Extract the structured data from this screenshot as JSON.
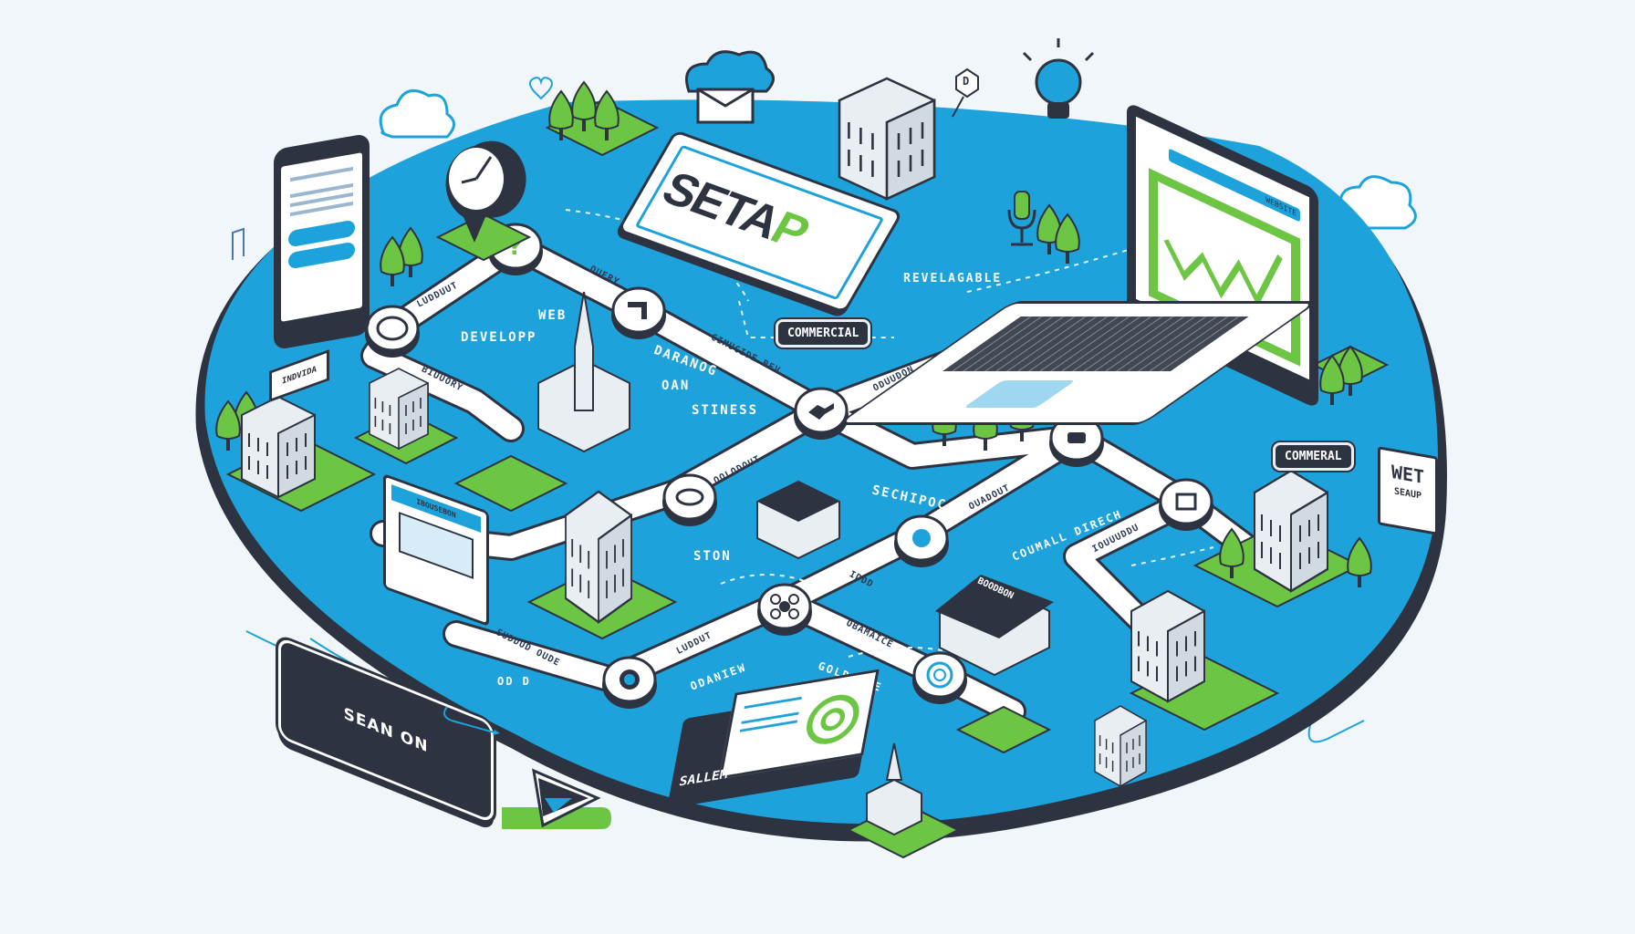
{
  "scene": {
    "title": "Isometric business setup roadmap illustration",
    "colors": {
      "background": "#f0f6fa",
      "platform": "#1ea2db",
      "platform_edge": "#2d3340",
      "accent_green": "#6cc644",
      "road": "#ffffff",
      "outline": "#2d3340"
    }
  },
  "signs": {
    "setup_card": {
      "text_dark": "SETA",
      "text_green": "P",
      "full": "SETAP"
    },
    "commercial_top": "COMMERCIAL",
    "commercial_right": "COMMERAL",
    "wet_setup_line1": "WET",
    "wet_setup_line2": "SEAUP",
    "sign_on_button": "SEAN ON",
    "salem_notebook": "SALLEM —",
    "building_billboard": "INDVIDA",
    "brochure_header": "IBOUSEBON",
    "house_roof": "BOODBON"
  },
  "floating_labels": {
    "web_line1": "WEB",
    "web_line2": "DEVELOPP",
    "revelagable": "REVELAGABLE",
    "darango_line1": "DARANOG",
    "darango_line2": "OAN",
    "stiness": "STINESS",
    "sechipoc": "SECHIPOC",
    "ston": "STON",
    "commall_direct": "COUMALL DIRECH",
    "odaniew": "ODANIEW",
    "goldcoae": "GOLDCOAE",
    "od_d": "OD D"
  },
  "road_labels": [
    "LUDDUUT",
    "OUERY",
    "BIUUORY",
    "CIMUCIDE BEV",
    "ODUUDON",
    "OOLODOUT",
    "OUADOUT",
    "LUDDUT",
    "OBAMAICE",
    "SUDDUD OUDE",
    "IDDD",
    "IOUUUDDU"
  ],
  "nodes": [
    {
      "icon": "question-mark-icon"
    },
    {
      "icon": "badge-icon"
    },
    {
      "icon": "arrow-turn-icon"
    },
    {
      "icon": "tool-icon"
    },
    {
      "icon": "link-icon"
    },
    {
      "icon": "puzzle-icon"
    },
    {
      "icon": "cloud-icon"
    },
    {
      "icon": "calendar-icon"
    },
    {
      "icon": "gear-icon"
    },
    {
      "icon": "network-icon"
    },
    {
      "icon": "target-icon"
    }
  ],
  "decor": {
    "pin_marker": "D",
    "laptop_url_bar": "WEBSITE"
  }
}
